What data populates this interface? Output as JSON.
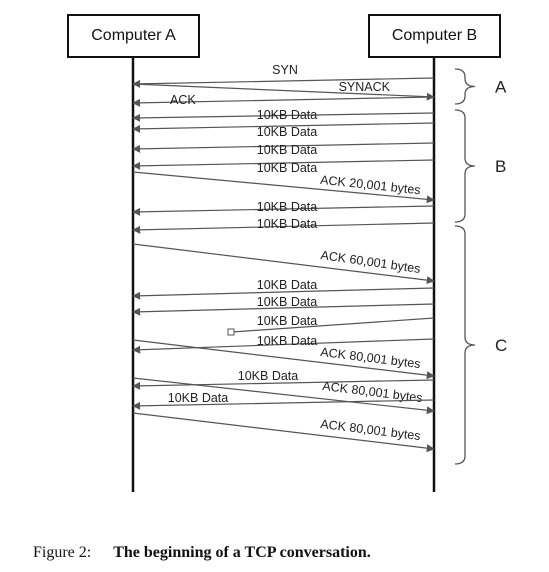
{
  "nodes": {
    "computer_a": "Computer A",
    "computer_b": "Computer B"
  },
  "messages": [
    {
      "label": "SYN",
      "from": "B",
      "to": "A"
    },
    {
      "label": "SYNACK",
      "from": "A",
      "to": "B"
    },
    {
      "label": "ACK",
      "from": "B",
      "to": "A"
    },
    {
      "label": "10KB Data",
      "from": "B",
      "to": "A"
    },
    {
      "label": "10KB Data",
      "from": "B",
      "to": "A"
    },
    {
      "label": "10KB Data",
      "from": "B",
      "to": "A"
    },
    {
      "label": "10KB Data",
      "from": "B",
      "to": "A"
    },
    {
      "label": "ACK 20,001 bytes",
      "from": "A",
      "to": "B"
    },
    {
      "label": "10KB Data",
      "from": "B",
      "to": "A"
    },
    {
      "label": "10KB Data",
      "from": "B",
      "to": "A"
    },
    {
      "label": "ACK 60,001 bytes",
      "from": "A",
      "to": "B"
    },
    {
      "label": "10KB Data",
      "from": "B",
      "to": "A"
    },
    {
      "label": "10KB Data",
      "from": "B",
      "to": "A"
    },
    {
      "label": "10KB Data",
      "from": "B",
      "to": "A",
      "lost": true
    },
    {
      "label": "10KB Data",
      "from": "B",
      "to": "A"
    },
    {
      "label": "ACK 80,001 bytes",
      "from": "A",
      "to": "B"
    },
    {
      "label": "10KB Data",
      "from": "B",
      "to": "A"
    },
    {
      "label": "ACK 80,001 bytes",
      "from": "A",
      "to": "B"
    },
    {
      "label": "10KB Data",
      "from": "B",
      "to": "A"
    },
    {
      "label": "ACK 80,001 bytes",
      "from": "A",
      "to": "B"
    }
  ],
  "phases": [
    "A",
    "B",
    "C"
  ],
  "caption": {
    "number": "Figure 2:",
    "text": "The beginning of a TCP conversation."
  },
  "colors": {
    "line": "#111111",
    "arrow": "#555555",
    "text": "#222222"
  }
}
